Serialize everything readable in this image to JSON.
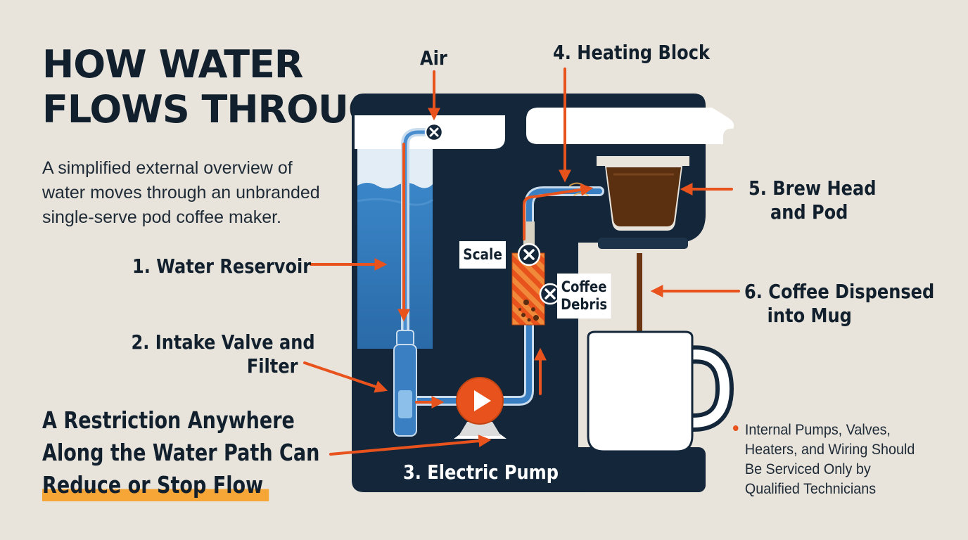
{
  "title": {
    "line1": "HOW WATER",
    "line2": "FLOWS THROUGH"
  },
  "subtitle": {
    "line1": "A simplified external overview of",
    "line2": "water moves through an unbranded",
    "line3": "single-serve pod coffee maker."
  },
  "labels": {
    "air": "Air",
    "heating_block": "4. Heating Block",
    "brew_head": {
      "line1": "5. Brew Head",
      "line2": "and Pod"
    },
    "water_reservoir": "1. Water Reservoir",
    "coffee_dispensed": {
      "line1": "6. Coffee Dispensed",
      "line2": "into Mug"
    },
    "intake_valve": {
      "line1": "2. Intake Valve and",
      "line2": "Filter"
    },
    "electric_pump": "3. Electric Pump",
    "scale": "Scale",
    "coffee_debris": {
      "line1": "Coffee",
      "line2": "Debris"
    }
  },
  "warning": {
    "line1": "A Restriction Anywhere",
    "line2": "Along the Water Path Can",
    "line3": "Reduce or Stop Flow"
  },
  "note": {
    "line1": "Internal Pumps, Valves,",
    "line2": "Heaters, and Wiring Should",
    "line3": "Be Serviced Only by",
    "line4": "Qualified Technicians"
  },
  "colors": {
    "background": "#e8e4dc",
    "machine": "#13263a",
    "water": "#2e75b6",
    "accent": "#e8521c",
    "highlight": "#f6a637"
  }
}
